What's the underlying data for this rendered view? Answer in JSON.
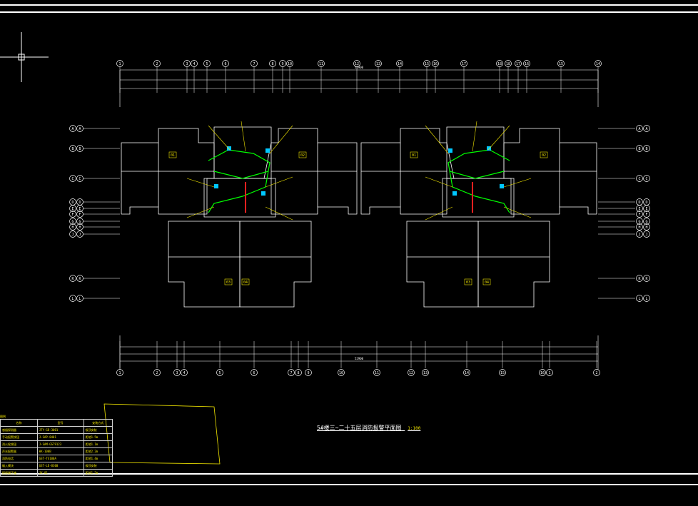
{
  "drawing": {
    "title": "5#楼三~二十五层消防报警平面图",
    "scale": "1:100",
    "colors": {
      "background": "#000000",
      "linework": "#ffffff",
      "annotation": "#f2e600",
      "fire_pipe": "#00ff00",
      "device": "#00c8ff",
      "riser": "#ff2020"
    },
    "top_axis_labels": [
      "1",
      "2",
      "3",
      "4",
      "5",
      "6",
      "7",
      "8",
      "9",
      "10",
      "11",
      "12",
      "13",
      "14",
      "15",
      "16",
      "17",
      "18"
    ],
    "bottom_axis_labels": [
      "1",
      "2",
      "3",
      "4",
      "5",
      "6",
      "7",
      "8",
      "9",
      "10",
      "11",
      "12",
      "13",
      "14",
      "15",
      "16"
    ],
    "side_axis_labels": [
      "A",
      "B",
      "C",
      "D",
      "E",
      "F",
      "G",
      "H",
      "J",
      "K",
      "L"
    ],
    "overall_dimension": "52900",
    "unit_tags": [
      "01",
      "02",
      "03",
      "04"
    ]
  },
  "legend": {
    "caption": "图例",
    "headers": [
      "名称",
      "型号",
      "安装方式"
    ],
    "rows": [
      [
        "感烟探测器",
        "JTY-GD-3001",
        "吸顶安装"
      ],
      [
        "手动报警按钮",
        "J-SAP-8401",
        "距地1.5m"
      ],
      [
        "消火栓按钮",
        "J-SAM-GST9123",
        "距地1.1m"
      ],
      [
        "声光报警器",
        "HX-100B",
        "距地2.2m"
      ],
      [
        "消防电话",
        "GST-TS100A",
        "距地1.4m"
      ],
      [
        "输入模块",
        "GST-LD-8300",
        "吸顶安装"
      ],
      [
        "接线端子箱",
        "JX-01",
        "距地1.5m"
      ]
    ]
  }
}
